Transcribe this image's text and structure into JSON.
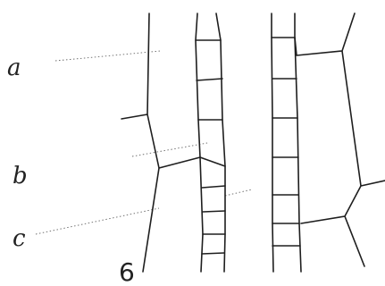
{
  "figure": {
    "labels": {
      "a": "a",
      "b": "b",
      "c": "c"
    },
    "figure_number": "6"
  }
}
